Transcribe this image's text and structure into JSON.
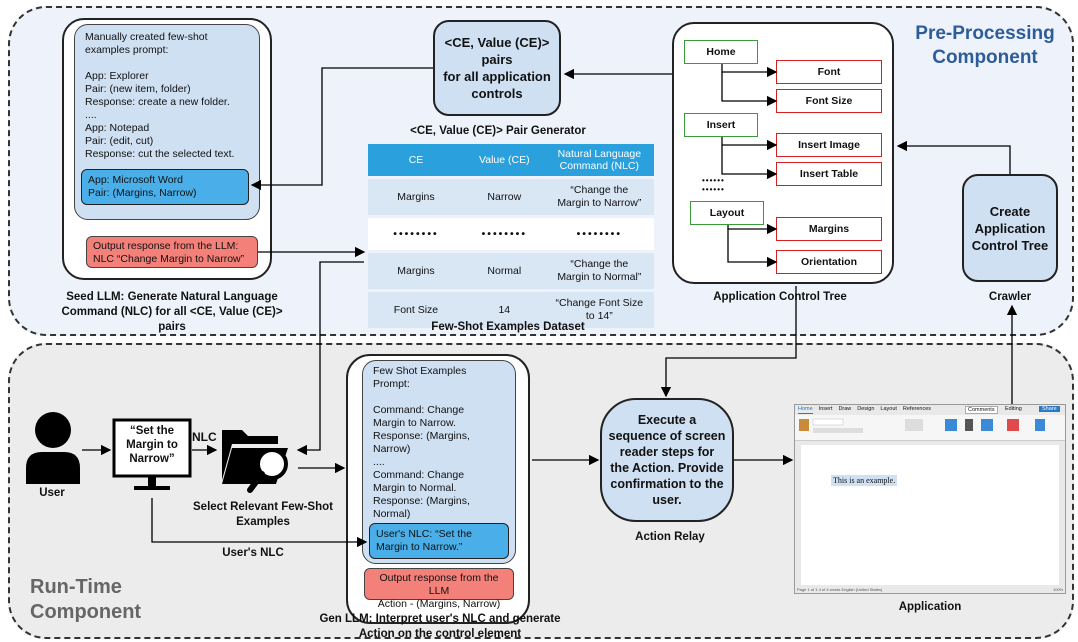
{
  "preprocessing": {
    "title": "Pre-Processing\nComponent",
    "few_shot_prompt": {
      "text": "Manually created few-shot\nexamples prompt:\n\nApp: Explorer\nPair: (new item, folder)\nResponse: create a new folder.\n....\nApp: Notepad\nPair: (edit, cut)\nResponse: cut the selected text.",
      "highlight": "App: Microsoft Word\nPair: (Margins, Narrow)",
      "output": "Output response from the LLM:\nNLC “Change Margin to Narrow”"
    },
    "seed_llm_caption": "Seed LLM: Generate Natural Language\nCommand (NLC) for all <CE, Value (CE)>\npairs",
    "pairs_box": "<CE, Value (CE)> pairs\nfor all application\ncontrols",
    "pair_generator_caption": "<CE, Value (CE)> Pair Generator",
    "dataset": {
      "headers": [
        "CE",
        "Value (CE)",
        "Natural Language\nCommand (NLC)"
      ],
      "rows": [
        {
          "ce": "Margins",
          "value": "Narrow",
          "nlc": "“Change the\nMargin  to Narrow”"
        },
        {
          "ce": "••••••••",
          "value": "••••••••",
          "nlc": "••••••••"
        },
        {
          "ce": "Margins",
          "value": "Normal",
          "nlc": "“Change the\nMargin  to Normal”"
        },
        {
          "ce": "Font Size",
          "value": "14",
          "nlc": "“Change Font Size\nto 14”"
        }
      ],
      "caption": "Few-Shot Examples Dataset"
    },
    "control_tree": {
      "groups": [
        {
          "label": "Home",
          "children": [
            "Font",
            "Font Size"
          ]
        },
        {
          "label": "Insert",
          "children": [
            "Insert Image",
            "Insert Table"
          ]
        },
        {
          "label": "Layout",
          "children": [
            "Margins",
            "Orientation"
          ]
        }
      ],
      "dots": "••••••\n••••••",
      "caption": "Application Control Tree"
    },
    "create_tree_box": "Create\nApplication\nControl Tree",
    "crawler_caption": "Crawler"
  },
  "runtime": {
    "title": "Run-Time\nComponent",
    "user_caption": "User",
    "monitor_text": "“Set the\nMargin to\nNarrow”",
    "nlc_label": "NLC",
    "users_nlc_label": "User's NLC",
    "select_caption": "Select Relevant Few-Shot\nExamples",
    "gen_prompt": {
      "text": "Few Shot Examples\nPrompt:\n\nCommand: Change\nMargin to Narrow.\nResponse: (Margins,\nNarrow)\n....\nCommand: Change\nMargin to Normal.\nResponse: (Margins,\nNormal)",
      "highlight": "User's NLC: “Set the\nMargin to Narrow.”",
      "output": "Output response from the LLM\nAction - (Margins, Narrow)"
    },
    "gen_llm_caption": "Gen LLM: Interpret user's NLC and generate\nAction on the control element",
    "action_box": "Execute a\nsequence of screen\nreader steps for\nthe Action. Provide\nconfirmation to the\nuser.",
    "action_relay_caption": "Action Relay",
    "application": {
      "tabs": [
        "Home",
        "Insert",
        "Draw",
        "Design",
        "Layout",
        "References"
      ],
      "doc_text": "This is an example.",
      "comments_label": "Comments",
      "editing_label": "Editing",
      "share_label": "Share",
      "status_text": "Page 1 of 1    4 of 4 words    English (United States)",
      "zoom_text": "100%",
      "caption": "Application"
    }
  }
}
